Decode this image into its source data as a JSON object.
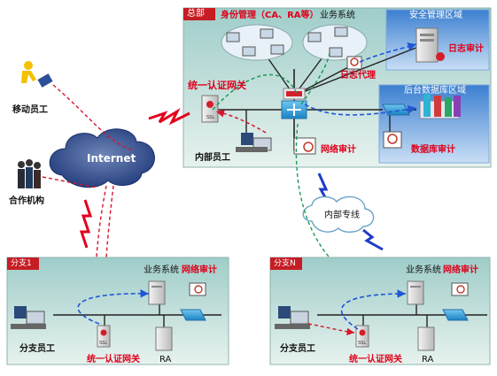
{
  "hq": {
    "title": "总部",
    "identity_mgmt": "身份管理（CA、RA等）",
    "business_system": "业务系统",
    "security_zone": "安全管理区域",
    "log_audit": "日志审计",
    "log_proxy": "日志代理",
    "backend_zone": "后台数据库区域",
    "unified_gateway": "统一认证网关",
    "internal_staff": "内部员工",
    "network_audit": "网络审计",
    "db_audit": "数据库审计"
  },
  "left": {
    "mobile_staff": "移动员工",
    "internet": "Internet",
    "partner": "合作机构"
  },
  "middle": {
    "private_line": "内部专线"
  },
  "branch1": {
    "title": "分支1",
    "business_system": "业务系统",
    "network_audit": "网络审计",
    "branch_staff": "分支员工",
    "unified_gateway": "统一认证网关",
    "ra": "RA"
  },
  "branchN": {
    "title": "分支N",
    "business_system": "业务系统",
    "network_audit": "网络审计",
    "branch_staff": "分支员工",
    "unified_gateway": "统一认证网关",
    "ra": "RA"
  },
  "icons": {
    "ssl": "SSL"
  },
  "colors": {
    "panel_top": "#a9d2cf",
    "panel_bottom": "#e6f1ee",
    "title_tab": "#c61d24",
    "zone_blue": "#4f8fd6",
    "label_red": "#e0001b",
    "link_red": "#d9142a",
    "link_blue": "#1f56d6",
    "link_green": "#1f9a57"
  }
}
